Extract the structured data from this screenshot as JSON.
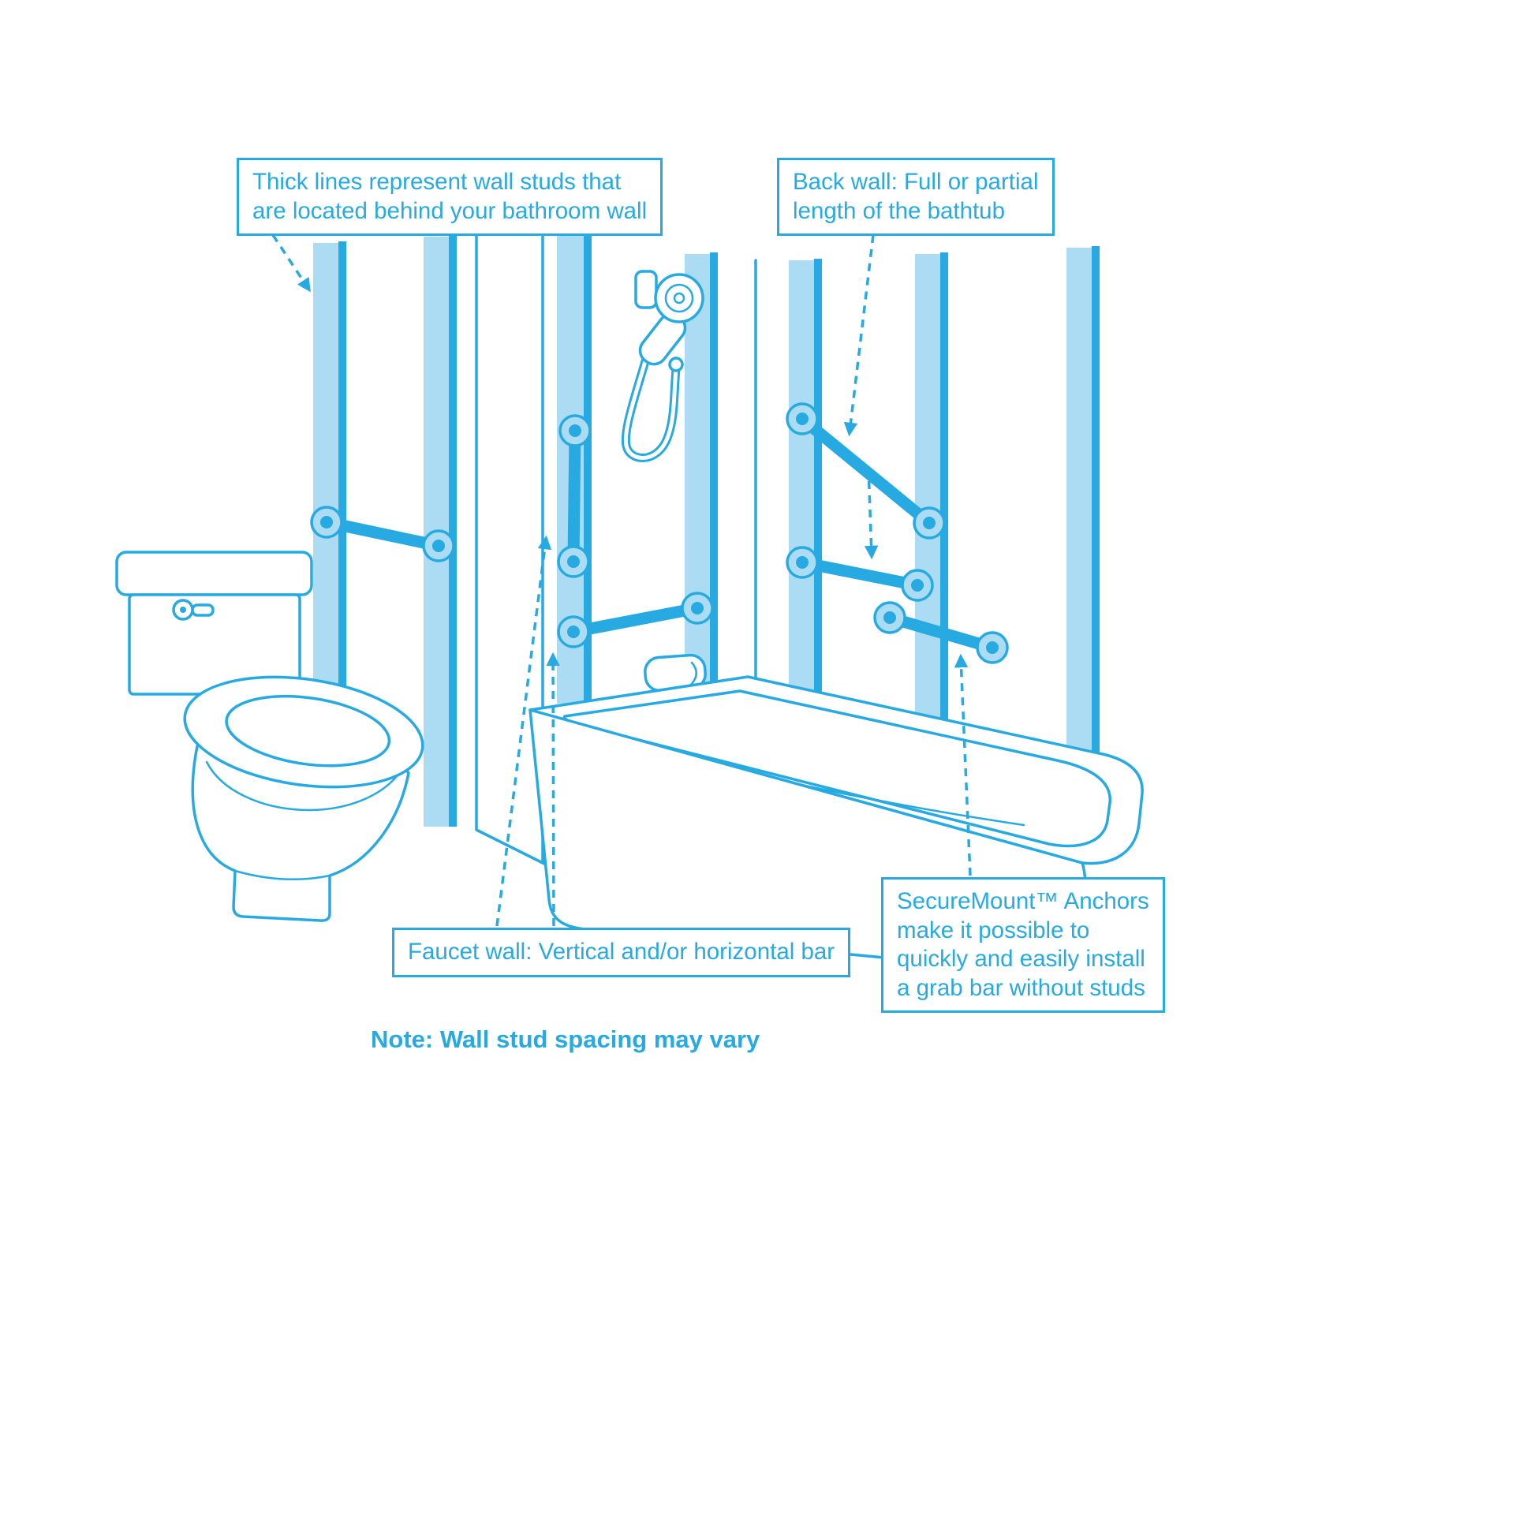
{
  "colors": {
    "line": "#27AAE1",
    "stud_fill": "#ABDCF4",
    "background": "#FFFFFF"
  },
  "callouts": {
    "wall_studs": "Thick lines represent wall studs that\nare located behind your bathroom wall",
    "back_wall": "Back wall: Full or partial\nlength of the bathtub",
    "faucet_wall": "Faucet wall: Vertical and/or horizontal bar",
    "securemount": "SecureMount™ Anchors\nmake it possible to\nquickly and easily install\na grab bar without studs"
  },
  "note": "Note: Wall stud spacing may vary",
  "diagram": {
    "scene": "line-art bathroom with toilet, bathtub, handheld shower, tub spout and wall studs",
    "stud_count": {
      "toilet_wall": 2,
      "faucet_wall": 2,
      "back_wall": 3
    },
    "grab_bars": [
      {
        "location": "toilet wall",
        "orientation": "horizontal",
        "mounted_on": "studs"
      },
      {
        "location": "faucet wall",
        "orientation": "vertical",
        "mounted_on": "stud"
      },
      {
        "location": "faucet wall",
        "orientation": "horizontal",
        "mounted_on": "studs"
      },
      {
        "location": "back wall",
        "orientation": "diagonal",
        "mounted_on": "studs"
      },
      {
        "location": "back wall",
        "orientation": "horizontal",
        "mounted_on": "studs"
      },
      {
        "location": "back wall",
        "orientation": "horizontal",
        "mounted_on": "SecureMount anchors without studs"
      }
    ]
  }
}
